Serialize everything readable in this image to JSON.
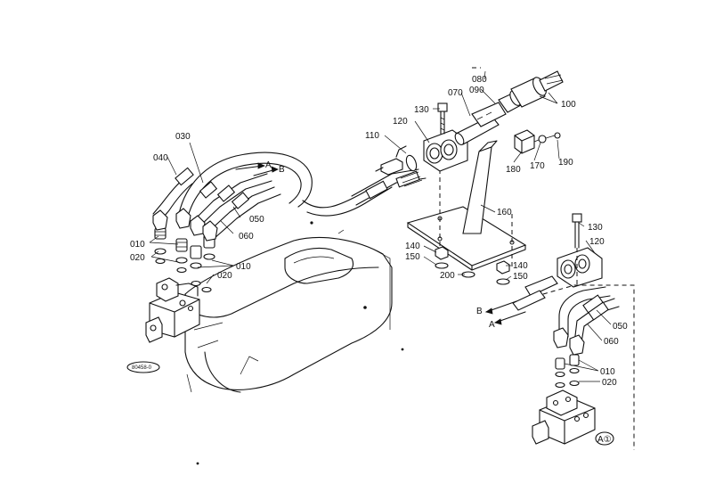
{
  "callouts": {
    "c010_left": "010",
    "c020_left": "020",
    "c010_mid": "010",
    "c020_mid": "020",
    "c030": "030",
    "c040": "040",
    "c050_left": "050",
    "c060_left": "060",
    "c070": "070",
    "c080": "080",
    "c090": "090",
    "c100": "100",
    "c110": "110",
    "c120_top": "120",
    "c130_top": "130",
    "c140_left": "140",
    "c150_left": "150",
    "c160": "160",
    "c170": "170",
    "c180": "180",
    "c190": "190",
    "c200": "200",
    "c130_right": "130",
    "c120_right": "120",
    "c140_right": "140",
    "c150_right": "150",
    "c050_right": "050",
    "c060_right": "060",
    "c010_right": "010",
    "c020_right": "020"
  },
  "arrows": {
    "a_top": "A",
    "b_top": "B",
    "a_bottom": "A",
    "b_bottom": "B"
  },
  "badges": {
    "part_code": "80458-0",
    "detail_marker": "A①"
  }
}
